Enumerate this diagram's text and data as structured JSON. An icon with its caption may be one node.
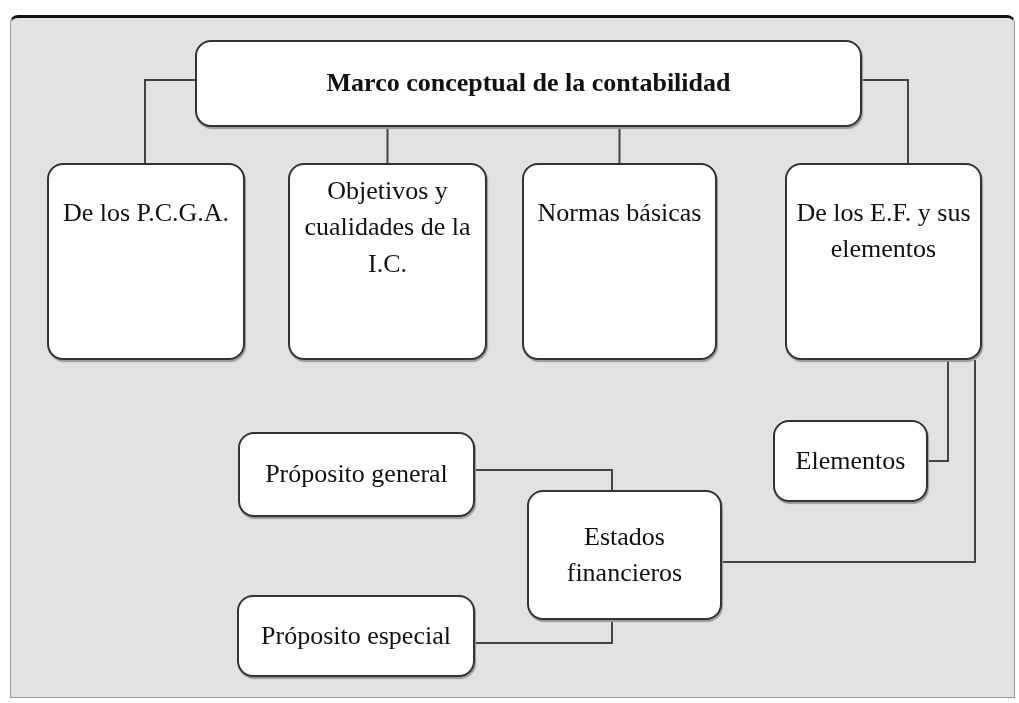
{
  "diagram": {
    "nodes": [
      {
        "text": [
          "Marco conceptual de la contabilidad"
        ]
      },
      {
        "text": [
          "De los P.C.G.A."
        ]
      },
      {
        "text": [
          "Objetivos y cualidades de la I.C."
        ]
      },
      {
        "text": [
          "Normas básicas"
        ]
      },
      {
        "text": [
          "De los E.F. y sus elementos"
        ]
      },
      {
        "text": [
          "Elementos"
        ]
      },
      {
        "text": [
          "Próposito general"
        ]
      },
      {
        "text": [
          "Estados financieros"
        ]
      },
      {
        "text": [
          "Próposito especial"
        ]
      }
    ],
    "edges": [
      {
        "from": 0,
        "to": 1,
        "arrow": "none"
      },
      {
        "from": 0,
        "to": 2,
        "arrow": "none"
      },
      {
        "from": 0,
        "to": 3,
        "arrow": "none"
      },
      {
        "from": 0,
        "to": 4,
        "arrow": "none"
      },
      {
        "from": 4,
        "to": 5,
        "arrow": "none"
      },
      {
        "from": 4,
        "to": 7,
        "arrow": "none"
      },
      {
        "from": 7,
        "to": 6,
        "arrow": "none"
      },
      {
        "from": 7,
        "to": 8,
        "arrow": "none"
      }
    ]
  }
}
